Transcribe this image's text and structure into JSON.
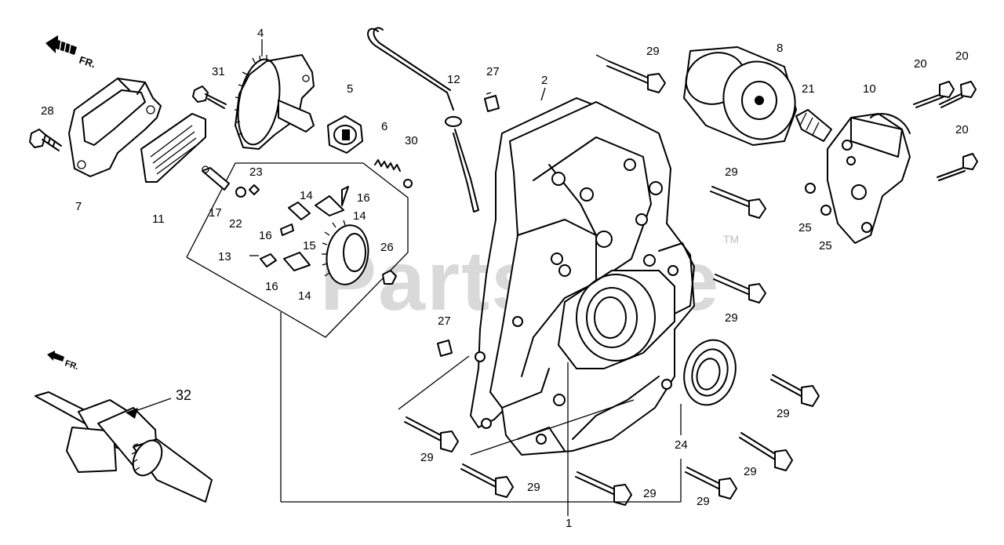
{
  "diagram": {
    "watermark": "PartsTree",
    "trademark": "TM",
    "front_indicator_main": "FR.",
    "front_indicator_small": "FR.",
    "callouts": {
      "c1": "1",
      "c2": "2",
      "c4": "4",
      "c5": "5",
      "c6": "6",
      "c7": "7",
      "c8": "8",
      "c10": "10",
      "c11": "11",
      "c12": "12",
      "c13": "13",
      "c14a": "14",
      "c14b": "14",
      "c14c": "14",
      "c15": "15",
      "c16a": "16",
      "c16b": "16",
      "c16c": "16",
      "c17": "17",
      "c20a": "20",
      "c20b": "20",
      "c20c": "20",
      "c21": "21",
      "c22": "22",
      "c23": "23",
      "c24": "24",
      "c25a": "25",
      "c25b": "25",
      "c26": "26",
      "c27a": "27",
      "c27b": "27",
      "c28": "28",
      "c29a": "29",
      "c29b": "29",
      "c29c": "29",
      "c29d": "29",
      "c29e": "29",
      "c29f": "29",
      "c29g": "29",
      "c29h": "29",
      "c29i": "29",
      "c30": "30",
      "c31": "31",
      "c32": "32"
    }
  }
}
